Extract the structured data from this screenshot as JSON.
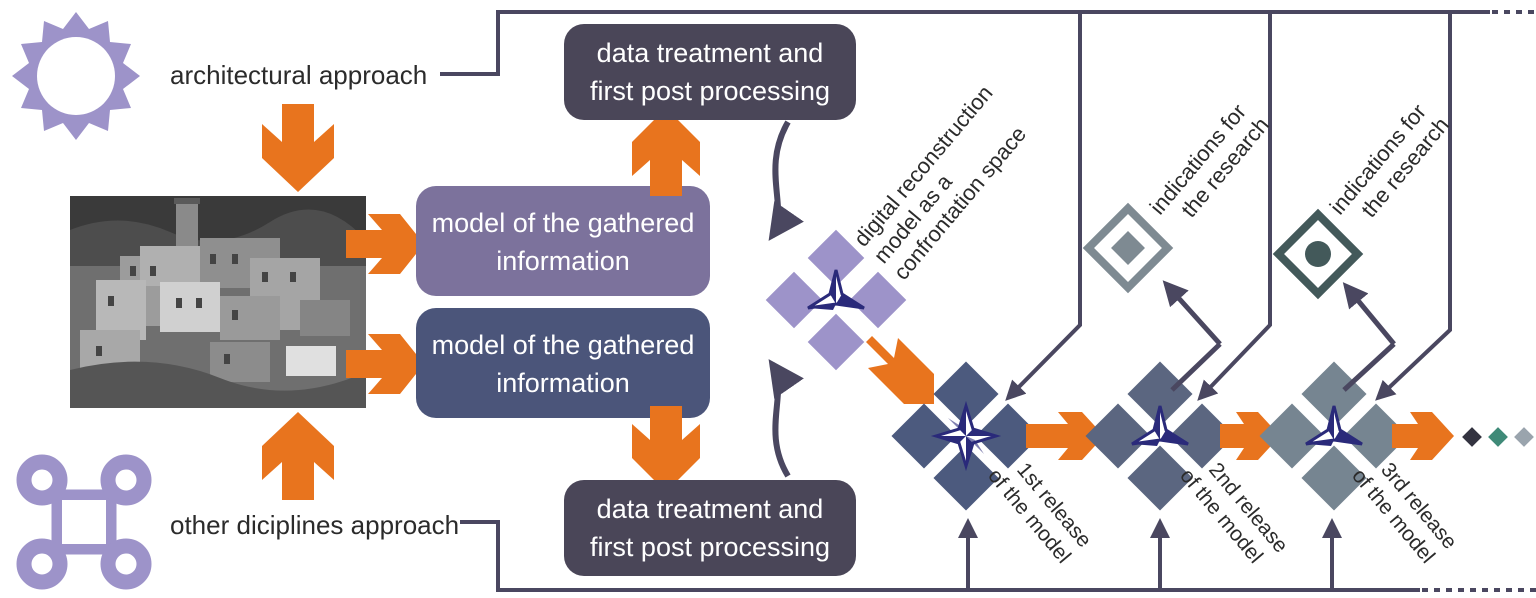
{
  "inputs": {
    "architectural": "architectural approach",
    "other": "other diciplines approach"
  },
  "models": {
    "top": {
      "line1": "model of the gathered",
      "line2": "information"
    },
    "bottom": {
      "line1": "model of the gathered",
      "line2": "information"
    }
  },
  "treatment": {
    "top": {
      "line1": "data treatment and",
      "line2": "first post processing"
    },
    "bottom": {
      "line1": "data treatment and",
      "line2": "first post processing"
    }
  },
  "confrontation": {
    "line1": "digital reconstruction",
    "line2": "model as a",
    "line3": "confrontation space"
  },
  "indications": [
    {
      "line1": "indications for",
      "line2": "the research"
    },
    {
      "line1": "indications for",
      "line2": "the research"
    }
  ],
  "releases": [
    {
      "line1": "1st release",
      "line2": "of the model"
    },
    {
      "line1": "2nd release",
      "line2": "of the model"
    },
    {
      "line1": "3rd release",
      "line2": "of the model"
    }
  ],
  "colors": {
    "orange": "#e8741e",
    "line": "#4a4760",
    "lavender": "#9d93c9",
    "model_top": "#7c729c",
    "model_bottom": "#4b557a",
    "treatment": "#4a4658",
    "navy": "#2a2a7a",
    "release1": "#4c5a7e",
    "release2": "#5b6680",
    "release3": "#768591",
    "indication1": "#7e8a92",
    "indication2": "#43595a",
    "teal": "#3f8a78"
  },
  "icons": {
    "architectural": "sun-icon",
    "other": "command-icon",
    "photo": "village-photo"
  }
}
